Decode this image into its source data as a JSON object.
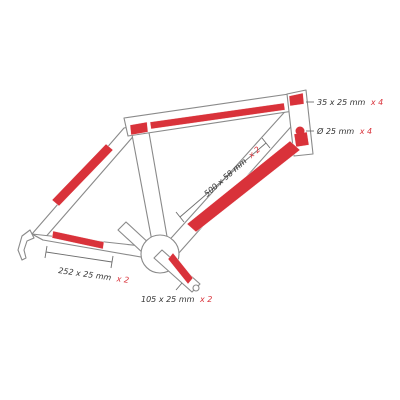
{
  "colors": {
    "sticker": "#d9323a",
    "frame_outline": "#8a8a8a",
    "text": "#333333",
    "background": "#ffffff"
  },
  "annotations": {
    "top_tube": {
      "size": "35 x 25 mm",
      "qty": "x 4"
    },
    "round_patch": {
      "size": "Ø 25 mm",
      "qty": "x 4"
    },
    "down_tube": {
      "size": "500 x 58 mm",
      "qty": "x 2"
    },
    "chain_stay": {
      "size": "252 x 25 mm",
      "qty": "x 2"
    },
    "crank": {
      "size": "105 x 25 mm",
      "qty": "x 2"
    }
  }
}
